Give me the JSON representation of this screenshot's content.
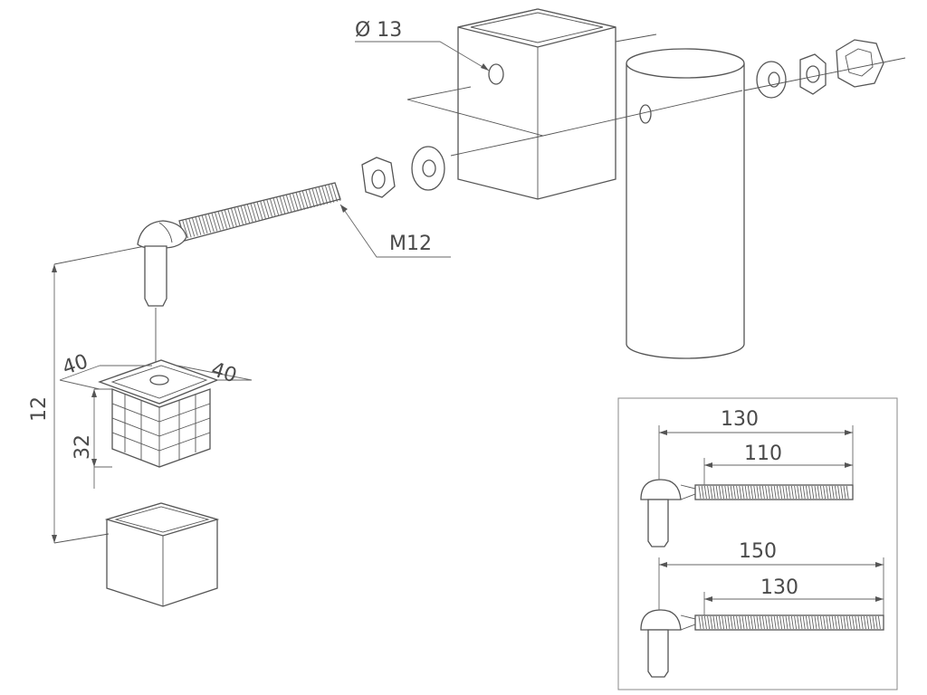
{
  "labels": {
    "hole_diameter": "Ø 13",
    "thread": "M12",
    "width_left": "40",
    "width_right": "40",
    "height_insert": "32",
    "height_total": "12"
  },
  "inset": {
    "short_total": "130",
    "short_thread": "110",
    "long_total": "150",
    "long_thread": "130"
  },
  "colors": {
    "line": "#555555",
    "text": "#4a4a4a",
    "frame": "#888888"
  }
}
